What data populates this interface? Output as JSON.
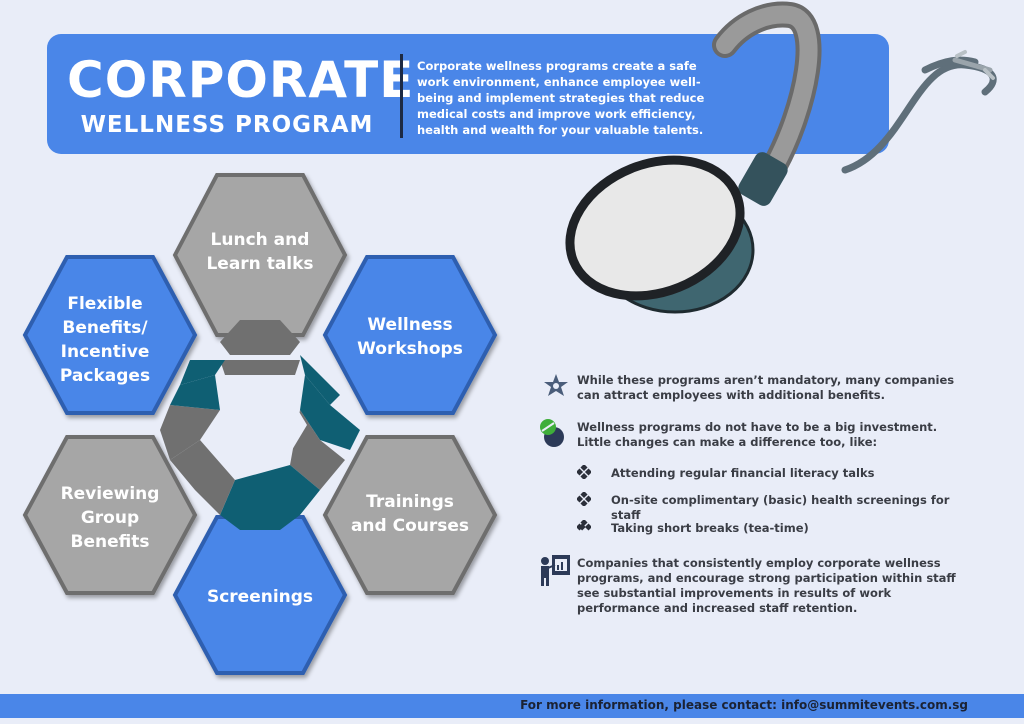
{
  "header": {
    "title_main": "CORPORATE",
    "title_sub": "WELLNESS PROGRAM",
    "description": "Corporate wellness programs create a safe work environment, enhance employee well-being and implement strategies that reduce medical costs and improve work efficiency, health and wealth for your valuable talents."
  },
  "hexagons": [
    {
      "label_lines": [
        "Lunch and",
        "Learn talks"
      ],
      "color": "#a6a6a6"
    },
    {
      "label_lines": [
        "Wellness",
        "Workshops"
      ],
      "color": "#4a86e8"
    },
    {
      "label_lines": [
        "Trainings",
        "and Courses"
      ],
      "color": "#a6a6a6"
    },
    {
      "label_lines": [
        "Screenings"
      ],
      "color": "#4a86e8"
    },
    {
      "label_lines": [
        "Reviewing",
        "Group",
        "Benefits"
      ],
      "color": "#a6a6a6"
    },
    {
      "label_lines": [
        "Flexible",
        "Benefits/",
        "Incentive",
        "Packages"
      ],
      "color": "#4a86e8"
    }
  ],
  "info": {
    "point1": "While these programs aren’t mandatory, many companies can attract employees with additional benefits.",
    "point2": "Wellness programs do not have to be a big investment. Little changes can make a difference too, like:",
    "sub_items": [
      "Attending regular financial literacy talks",
      "On-site complimentary (basic) health screenings for staff",
      "Taking short breaks (tea-time)"
    ],
    "point3": "Companies that consistently employ corporate wellness programs, and encourage strong participation within staff see substantial improvements in results of work performance and increased staff retention."
  },
  "footer": {
    "contact": "For more information, please contact: info@summitevents.com.sg"
  },
  "colors": {
    "accent_blue": "#4a86e8",
    "gray": "#a6a6a6",
    "teal": "#0f5f73",
    "dark_gray": "#6b6b6b",
    "background": "#e9edf8"
  },
  "icons": [
    "sheriff-star-icon",
    "apple-tape-icon",
    "diamond-bullet-icon",
    "presenter-icon",
    "stethoscope-icon"
  ]
}
